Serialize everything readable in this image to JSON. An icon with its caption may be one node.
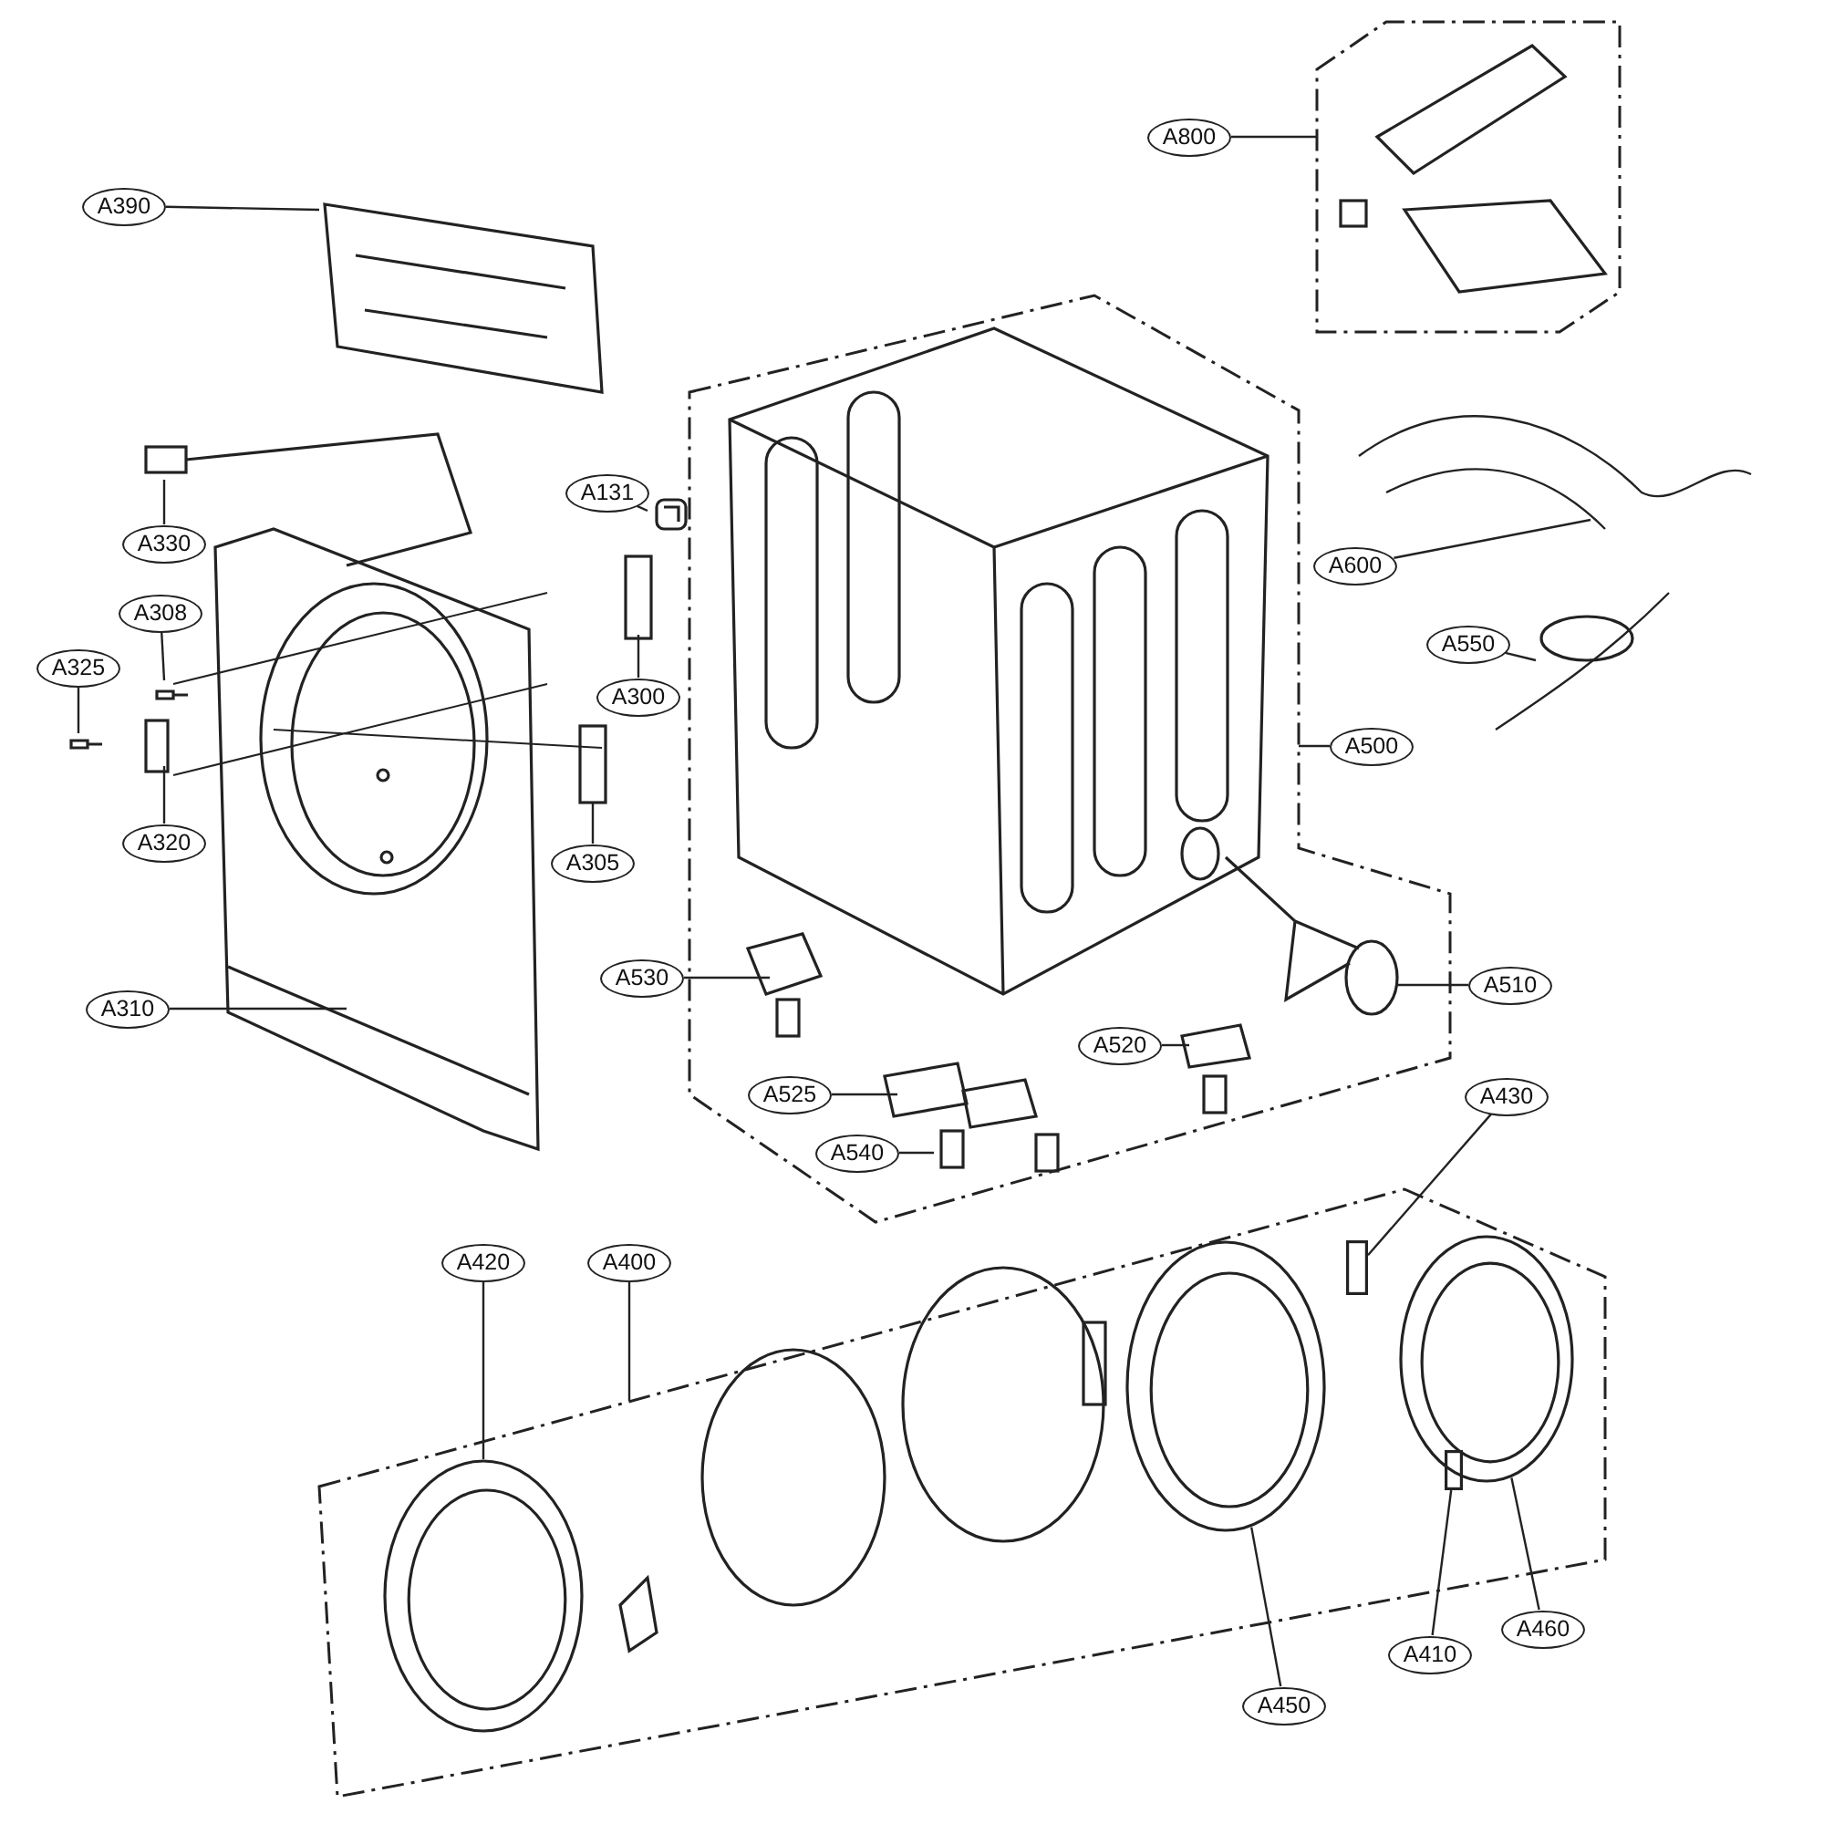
{
  "diagram": {
    "nodes": [
      {
        "text": [],
        "shape": "box"
      },
      {
        "text": [],
        "shape": "box"
      },
      {
        "text": [],
        "shape": "box"
      },
      {
        "text": [
          "A800"
        ]
      },
      {
        "text": [
          "A390"
        ]
      },
      {
        "text": [
          "A131"
        ]
      },
      {
        "text": [
          "A600"
        ]
      },
      {
        "text": [
          "A330"
        ]
      },
      {
        "text": [
          "A308"
        ]
      },
      {
        "text": [
          "A300"
        ]
      },
      {
        "text": [
          "A550"
        ]
      },
      {
        "text": [
          "A325"
        ]
      },
      {
        "text": [
          "A500"
        ]
      },
      {
        "text": [
          "A320"
        ]
      },
      {
        "text": [
          "A305"
        ]
      },
      {
        "text": [
          "A530"
        ]
      },
      {
        "text": [
          "A510"
        ]
      },
      {
        "text": [
          "A310"
        ]
      },
      {
        "text": [
          "A520"
        ],
        "in": 1
      },
      {
        "text": [
          "A525"
        ],
        "in": 1
      },
      {
        "text": [
          "A540"
        ],
        "in": 1
      },
      {
        "text": [
          "A430"
        ]
      },
      {
        "text": [
          "A420"
        ]
      },
      {
        "text": [
          "A400"
        ]
      },
      {
        "text": [
          "A410"
        ]
      },
      {
        "text": [
          "A460"
        ]
      },
      {
        "text": [
          "A450"
        ]
      },
      {
        "text": [],
        "shape": "box",
        "in": 2
      },
      {
        "text": [],
        "shape": "circle",
        "in": 2
      },
      {
        "text": [],
        "shape": "box",
        "in": 2
      },
      {
        "text": [],
        "shape": "circle",
        "in": 2
      },
      {
        "text": [],
        "shape": "circle",
        "in": 2
      }
    ],
    "edges": [
      {
        "from": 3,
        "to": 0,
        "arrow": "none"
      },
      {
        "from": 4,
        "to": null,
        "arrow": "none"
      },
      {
        "from": 5,
        "to": null,
        "arrow": "none"
      },
      {
        "from": 6,
        "to": null,
        "arrow": "none"
      },
      {
        "from": 7,
        "to": null,
        "arrow": "none"
      },
      {
        "from": 8,
        "to": null,
        "arrow": "none"
      },
      {
        "from": 9,
        "to": null,
        "arrow": "none"
      },
      {
        "from": 10,
        "to": null,
        "arrow": "none"
      },
      {
        "from": 11,
        "to": null,
        "arrow": "none"
      },
      {
        "from": 12,
        "to": 1,
        "arrow": "none"
      },
      {
        "from": 13,
        "to": null,
        "arrow": "none"
      },
      {
        "from": 14,
        "to": null,
        "arrow": "none"
      },
      {
        "from": 15,
        "to": null,
        "arrow": "none"
      },
      {
        "from": 16,
        "to": null,
        "arrow": "none"
      },
      {
        "from": 17,
        "to": null,
        "arrow": "none"
      },
      {
        "from": 18,
        "to": null,
        "arrow": "none"
      },
      {
        "from": 19,
        "to": null,
        "arrow": "none"
      },
      {
        "from": 20,
        "to": null,
        "arrow": "none"
      },
      {
        "from": 21,
        "to": 27,
        "arrow": "none"
      },
      {
        "from": 22,
        "to": 28,
        "arrow": "none"
      },
      {
        "from": 23,
        "to": 2,
        "arrow": "none"
      },
      {
        "from": 24,
        "to": 29,
        "arrow": "none"
      },
      {
        "from": 25,
        "to": 30,
        "arrow": "none"
      },
      {
        "from": 26,
        "to": 31,
        "arrow": "none"
      }
    ]
  }
}
